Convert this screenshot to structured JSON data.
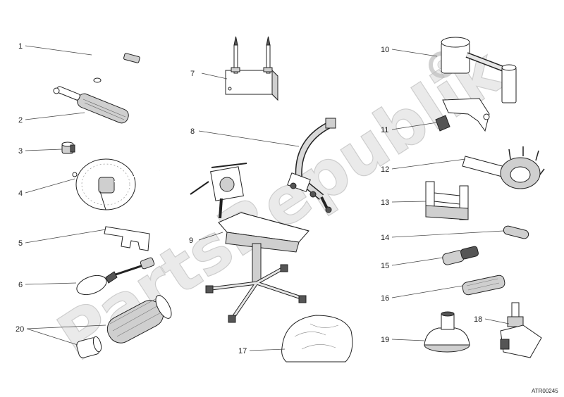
{
  "watermark": "PartsRepublik",
  "reference_code": "ATR00245",
  "callouts": [
    {
      "n": "1",
      "tool": "bent-hook-tool"
    },
    {
      "n": "2",
      "tool": "handle-tool"
    },
    {
      "n": "3",
      "tool": "small-bush"
    },
    {
      "n": "4",
      "tool": "degree-wheel"
    },
    {
      "n": "5",
      "tool": "flat-wrench"
    },
    {
      "n": "6",
      "tool": "loop-puller"
    },
    {
      "n": "7",
      "tool": "pin-bracket"
    },
    {
      "n": "8",
      "tool": "curved-arm-support"
    },
    {
      "n": "9",
      "tool": "engine-stand"
    },
    {
      "n": "10",
      "tool": "cranked-wrench"
    },
    {
      "n": "11",
      "tool": "clamp-tool"
    },
    {
      "n": "12",
      "tool": "ring-tool"
    },
    {
      "n": "13",
      "tool": "u-bracket"
    },
    {
      "n": "14",
      "tool": "drift-pin"
    },
    {
      "n": "15",
      "tool": "threaded-bush"
    },
    {
      "n": "16",
      "tool": "knurled-sleeve"
    },
    {
      "n": "17",
      "tool": "cover-bag"
    },
    {
      "n": "18",
      "tool": "extractor"
    },
    {
      "n": "19",
      "tool": "bell-press"
    },
    {
      "n": "20",
      "tool": "grip-sleeves"
    }
  ]
}
